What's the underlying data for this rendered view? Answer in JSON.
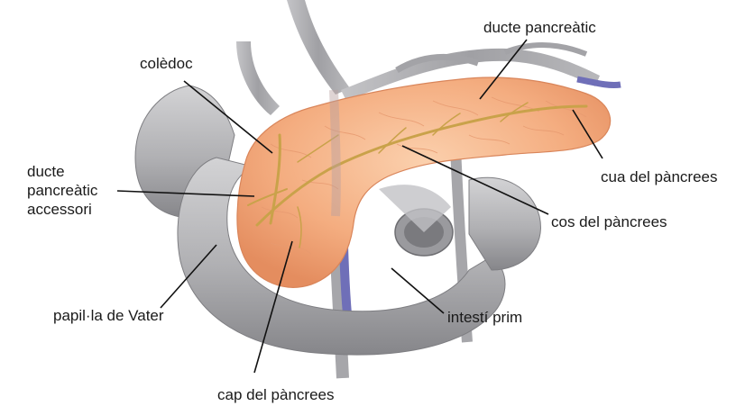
{
  "labels": {
    "coledoc": "colèdoc",
    "ducte_pancreatic": "ducte pancreàtic",
    "ducte_accessori": [
      "ducte",
      "pancreàtic",
      "accessori"
    ],
    "cua": "cua del pàncrees",
    "cos": "cos del pàncrees",
    "papilla": "papil·la de Vater",
    "intesti": "intestí prim",
    "cap": "cap del pàncrees"
  },
  "colors": {
    "pancreas": "#f2a878",
    "pancreas_light": "#f8c8a4",
    "duct": "#c9a24a",
    "intestine": "#b9b9bb",
    "intestine_dark": "#8e8e90",
    "vessel": "#a9a9ad",
    "vein": "#6f6fb8"
  }
}
